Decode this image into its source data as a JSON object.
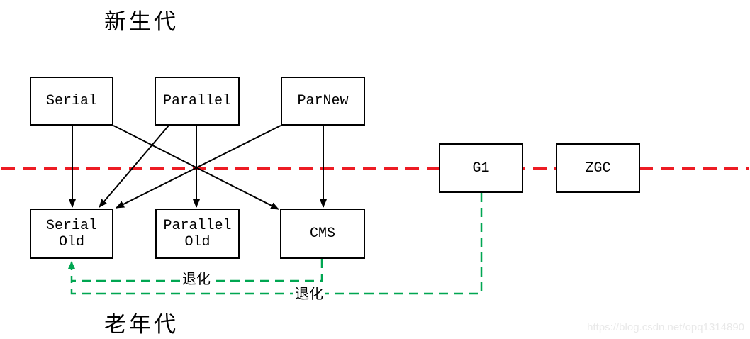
{
  "diagram": {
    "labels": {
      "young_generation": "新生代",
      "old_generation": "老年代",
      "degrade_1": "退化",
      "degrade_2": "退化"
    },
    "nodes": {
      "serial": "Serial",
      "parallel": "Parallel",
      "parnew": "ParNew",
      "serial_old": "Serial\nOld",
      "parallel_old": "Parallel\nOld",
      "cms": "CMS",
      "g1": "G1",
      "zgc": "ZGC"
    }
  },
  "colors": {
    "boundary_red": "#ed1c24",
    "degrade_green": "#00a651",
    "arrow_black": "#000000",
    "watermark_gray": "#e9e9e9"
  },
  "watermark": {
    "text": "https://blog.csdn.net/opq1314890"
  }
}
